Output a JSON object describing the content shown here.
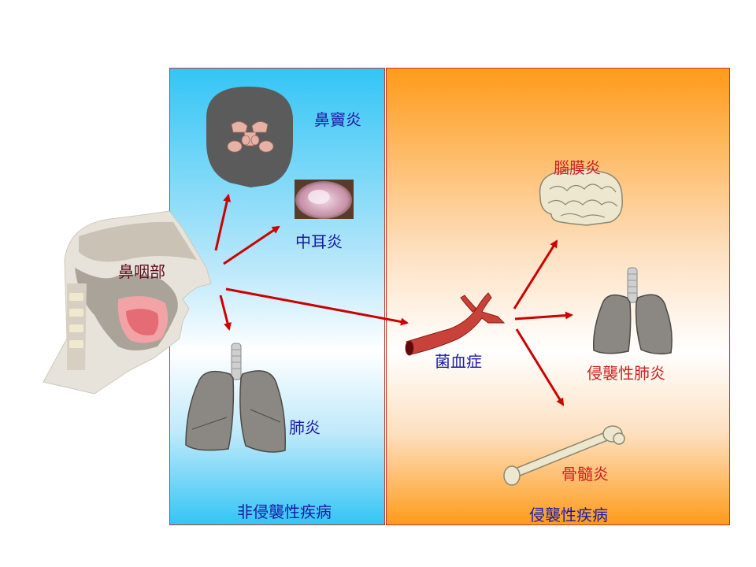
{
  "labels": {
    "nasopharynx": "鼻咽部",
    "sinusitis": "鼻竇炎",
    "otitis_media": "中耳炎",
    "pneumonia": "肺炎",
    "non_invasive": "非侵襲性疾病",
    "bacteremia": "菌血症",
    "meningitis": "腦膜炎",
    "invasive_pneumonia": "侵襲性肺炎",
    "osteomyelitis": "骨髓炎",
    "invasive": "侵襲性疾病"
  },
  "colors": {
    "arrow": "#cc0000",
    "label_blue": "#1a1aa6",
    "label_red": "#d02020",
    "panel_left": "#33c5f5",
    "panel_right": "#ff9b1a"
  },
  "icons": [
    "head-profile-icon",
    "face-sinus-icon",
    "eardrum-icon",
    "lungs-icon",
    "blood-vessel-icon",
    "brain-icon",
    "bone-icon"
  ]
}
